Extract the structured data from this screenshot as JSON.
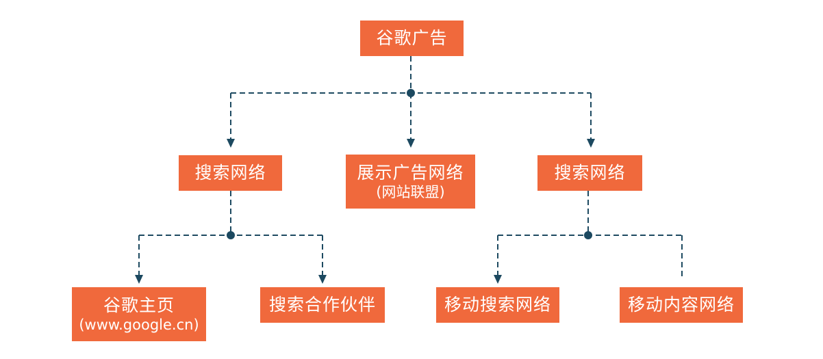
{
  "colors": {
    "node_fill": "#f0693c",
    "node_text": "#ffffff",
    "connector": "#1c4960"
  },
  "nodes": {
    "root": {
      "label": "谷歌广告"
    },
    "search_network_left": {
      "label": "搜索网络"
    },
    "display_network": {
      "label": "展示广告网络",
      "sub": "(网站联盟)"
    },
    "search_network_right": {
      "label": "搜索网络"
    },
    "google_homepage": {
      "label": "谷歌主页",
      "sub": "(www.google.cn)"
    },
    "search_partners": {
      "label": "搜索合作伙伴"
    },
    "mobile_search_network": {
      "label": "移动搜索网络"
    },
    "mobile_content_network": {
      "label": "移动内容网络"
    }
  }
}
